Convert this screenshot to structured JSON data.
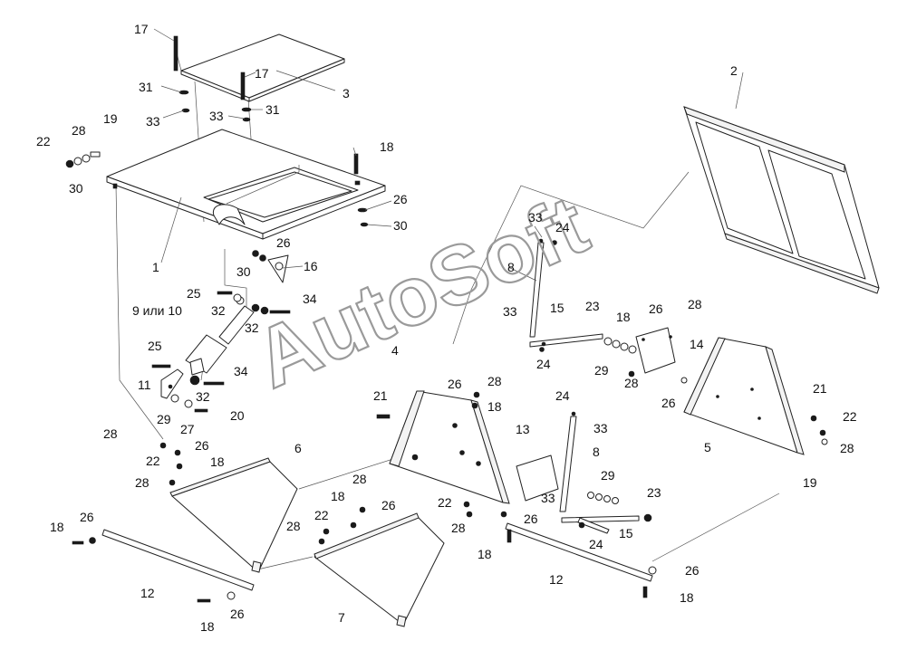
{
  "watermark": "AutoSoft",
  "callouts": {
    "n17a": "17",
    "n17b": "17",
    "n3": "3",
    "n31a": "31",
    "n33a": "33",
    "n33b": "33",
    "n31b": "31",
    "n22a": "22",
    "n28a": "28",
    "n19a": "19",
    "n30a": "30",
    "n18a": "18",
    "n26a": "26",
    "n30b": "30",
    "n26b": "26",
    "n30c": "30",
    "n16": "16",
    "n1": "1",
    "n25a": "25",
    "n34a": "34",
    "n9_10": "9 или 10",
    "n32a": "32",
    "n32b": "32",
    "n25b": "25",
    "n34b": "34",
    "n11": "11",
    "n32c": "32",
    "n29a": "29",
    "n27": "27",
    "n20": "20",
    "n28b": "28",
    "n26c": "26",
    "n22b": "22",
    "n18b": "18",
    "n28c": "28",
    "n6": "6",
    "n18c": "18",
    "n26d": "26",
    "n12a": "12",
    "n18d": "18",
    "n26e": "26",
    "n28d": "28",
    "n18e": "18",
    "n26f": "26",
    "n28e": "28",
    "n22c": "22",
    "n7": "7",
    "n21a": "21",
    "n4": "4",
    "n26g": "26",
    "n28f": "28",
    "n18f": "18",
    "n22d": "22",
    "n28g": "28",
    "n26h": "26",
    "n18g": "18",
    "n13": "13",
    "n12b": "12",
    "n26i": "26",
    "n18h": "18",
    "n2": "2",
    "n33c": "33",
    "n24a": "24",
    "n8a": "8",
    "n33d": "33",
    "n15a": "15",
    "n23a": "23",
    "n18i": "18",
    "n24b": "24",
    "n26j": "26",
    "n28h": "28",
    "n14": "14",
    "n29b": "29",
    "n28i": "28",
    "n26k": "26",
    "n24c": "24",
    "n33e": "33",
    "n8b": "8",
    "n29c": "29",
    "n33f": "33",
    "n23b": "23",
    "n15b": "15",
    "n24d": "24",
    "n21b": "21",
    "n22e": "22",
    "n28j": "28",
    "n5": "5",
    "n19b": "19"
  }
}
